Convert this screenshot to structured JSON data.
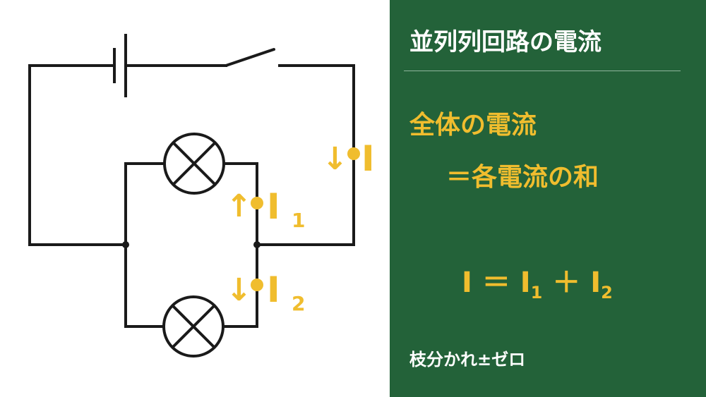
{
  "panel": {
    "title": "並列列回路の電流",
    "rule_line_1": "全体の電流",
    "rule_line_2": "＝各電流の和",
    "formula": {
      "total": "I",
      "equals": "＝",
      "i1_base": "I",
      "i1_sub": "1",
      "plus": "＋",
      "i2_base": "I",
      "i2_sub": "2"
    },
    "footnote": "枝分かれ±ゼロ"
  },
  "diagram": {
    "labels": {
      "total_arrow": "↓",
      "total": "I",
      "i1_arrow": "↑",
      "i1_base": "I",
      "i1_sub": "1",
      "i2_arrow": "↓",
      "i2_base": "I",
      "i2_sub": "2"
    },
    "colors": {
      "wire": "#1a1a1a",
      "accent": "#f0bd2e",
      "panel_bg": "#236239"
    },
    "components": [
      "battery-icon",
      "switch-icon",
      "lamp-icon",
      "lamp-icon"
    ]
  }
}
